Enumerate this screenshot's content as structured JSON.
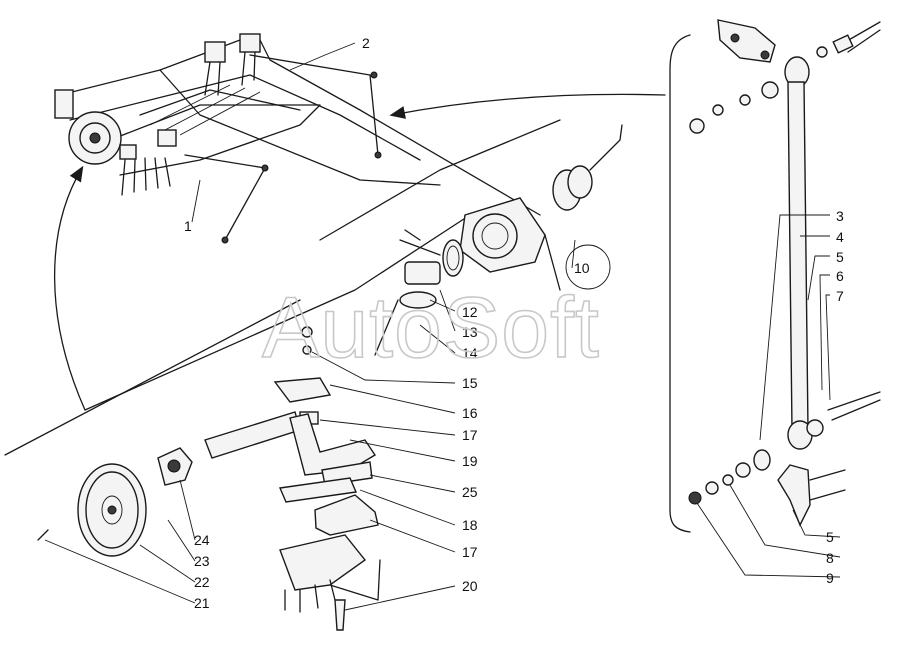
{
  "watermark": "AutoSoft",
  "callouts": [
    "1",
    "2",
    "3",
    "4",
    "5",
    "6",
    "7",
    "5",
    "8",
    "9",
    "10",
    "12",
    "13",
    "14",
    "15",
    "16",
    "17",
    "19",
    "25",
    "18",
    "17",
    "20",
    "24",
    "23",
    "22",
    "21"
  ]
}
